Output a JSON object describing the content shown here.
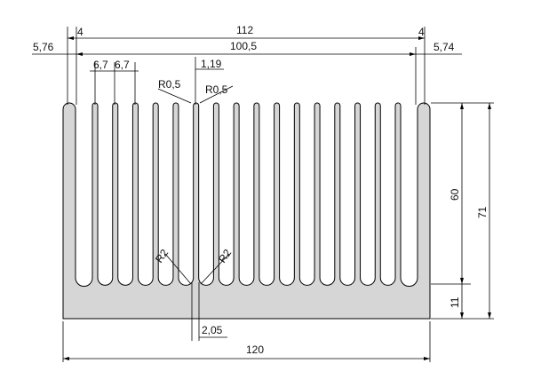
{
  "drawing": {
    "fin_count": 18,
    "colors": {
      "profile_fill": "#d6d6d6",
      "line": "#000000",
      "background": "#ffffff"
    },
    "dimensions": {
      "overall_width": "120",
      "fin_span": "112",
      "inner_span": "100,5",
      "left_end_gap": "4",
      "right_end_gap": "4",
      "left_offset": "5,76",
      "right_offset": "5,74",
      "pitch_1": "6,7",
      "pitch_2": "6,7",
      "fin_tip_thickness": "1,19",
      "tip_radius_left": "R0,5",
      "tip_radius_right": "R0,5",
      "root_radius_left": "R2",
      "root_radius_right": "R2",
      "fin_root_thickness": "2,05",
      "fin_height": "60",
      "base_height": "11",
      "total_height": "71"
    }
  }
}
